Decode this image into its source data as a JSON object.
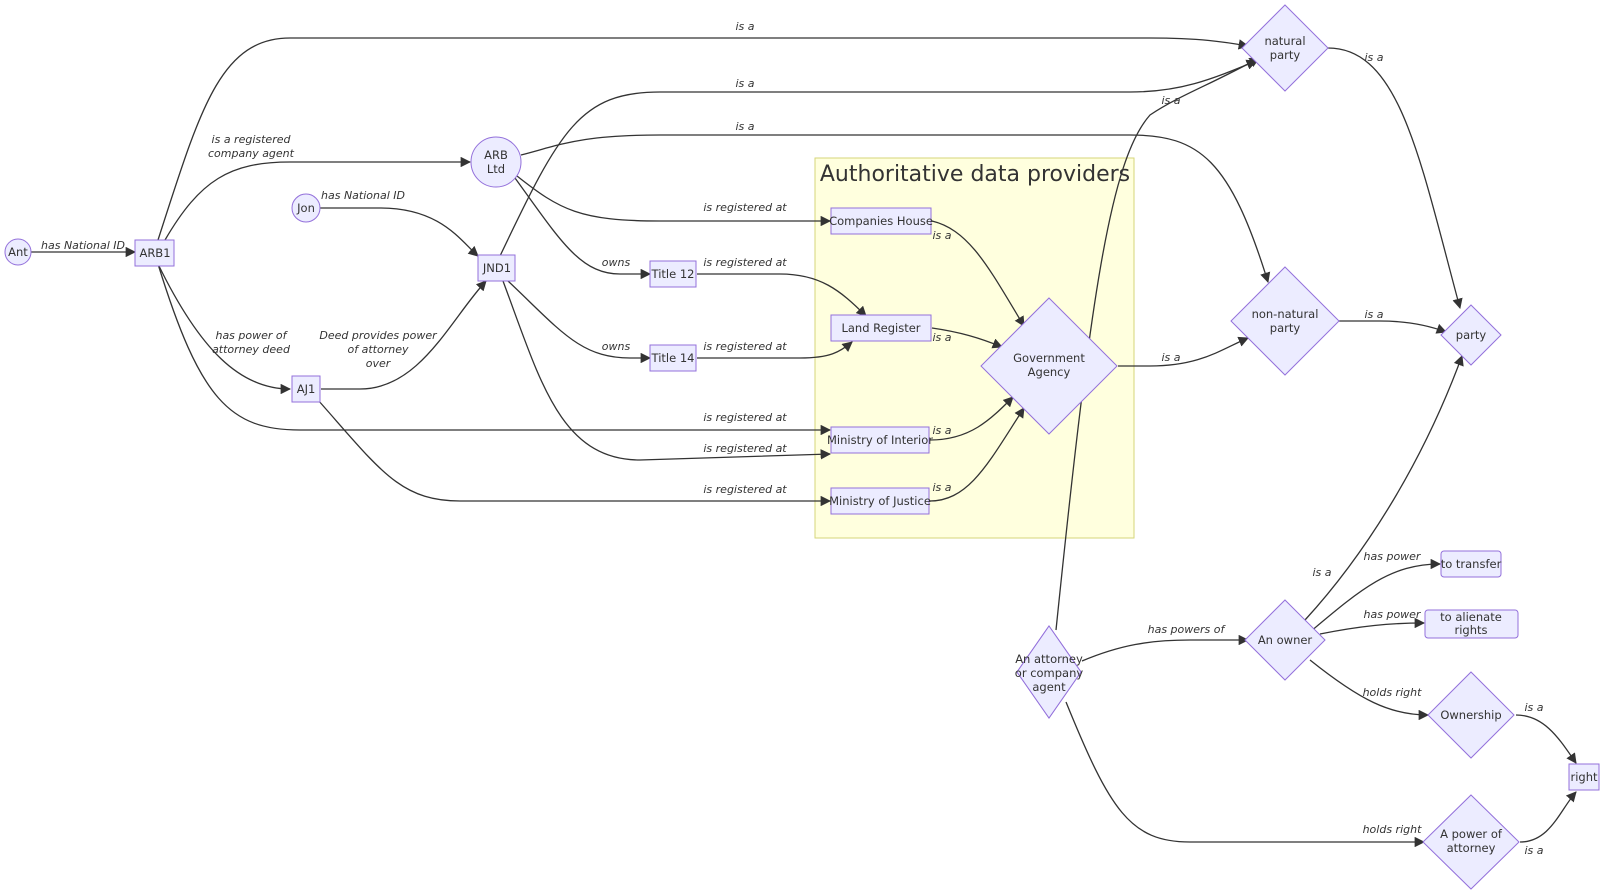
{
  "cluster": {
    "title": "Authoritative data providers"
  },
  "nodes": {
    "ant": "Ant",
    "arb1": "ARB1",
    "arb_ltd_l1": "ARB",
    "arb_ltd_l2": "Ltd",
    "jon": "Jon",
    "jnd1": "JND1",
    "aj1": "AJ1",
    "title12": "Title 12",
    "title14": "Title 14",
    "companies_house": "Companies House",
    "land_register": "Land Register",
    "ministry_interior": "Ministry of Interior",
    "ministry_justice": "Ministry of Justice",
    "gov_agency_l1": "Government",
    "gov_agency_l2": "Agency",
    "natural_party_l1": "natural",
    "natural_party_l2": "party",
    "non_natural_party_l1": "non-natural",
    "non_natural_party_l2": "party",
    "party": "party",
    "attorney_l1": "An attorney",
    "attorney_l2": "or company",
    "attorney_l3": "agent",
    "owner": "An owner",
    "to_transfer": "to transfer",
    "alienate_l1": "to alienate",
    "alienate_l2": "rights",
    "ownership": "Ownership",
    "power_attorney_l1": "A power of",
    "power_attorney_l2": "attorney",
    "right": "right"
  },
  "edges": {
    "ant_arb1": "has National ID",
    "arb1_natural": "is a",
    "arb1_arbltd_l1": "is a registered",
    "arb1_arbltd_l2": "company agent",
    "jon_jnd1": "has National ID",
    "jnd1_natural": "is a",
    "arbltd_nonnatural": "is a",
    "arbltd_ch": "is registered at",
    "arbltd_t12": "owns",
    "t12_lr": "is registered at",
    "jnd1_t14": "owns",
    "t14_lr": "is registered at",
    "arb1_aj1_l1": "has power of",
    "arb1_aj1_l2": "attorney deed",
    "aj1_jnd1_l1": "Deed provides power",
    "aj1_jnd1_l2": "of attorney",
    "aj1_jnd1_l3": "over",
    "arb1_moi": "is registered at",
    "jnd1_moi": "is registered at",
    "aj1_moj": "is registered at",
    "ch_gov": "is a",
    "lr_gov": "is a",
    "moi_gov": "is a",
    "moj_gov": "is a",
    "gov_nonnatural": "is a",
    "attorney_natural": "is a",
    "natural_party": "is a",
    "nonnatural_party": "is a",
    "attorney_owner": "has powers of",
    "owner_party": "is a",
    "owner_transfer": "has power",
    "owner_alienate": "has power",
    "owner_ownership": "holds right",
    "attorney_poa": "holds right",
    "ownership_right": "is a",
    "poa_right": "is a"
  }
}
